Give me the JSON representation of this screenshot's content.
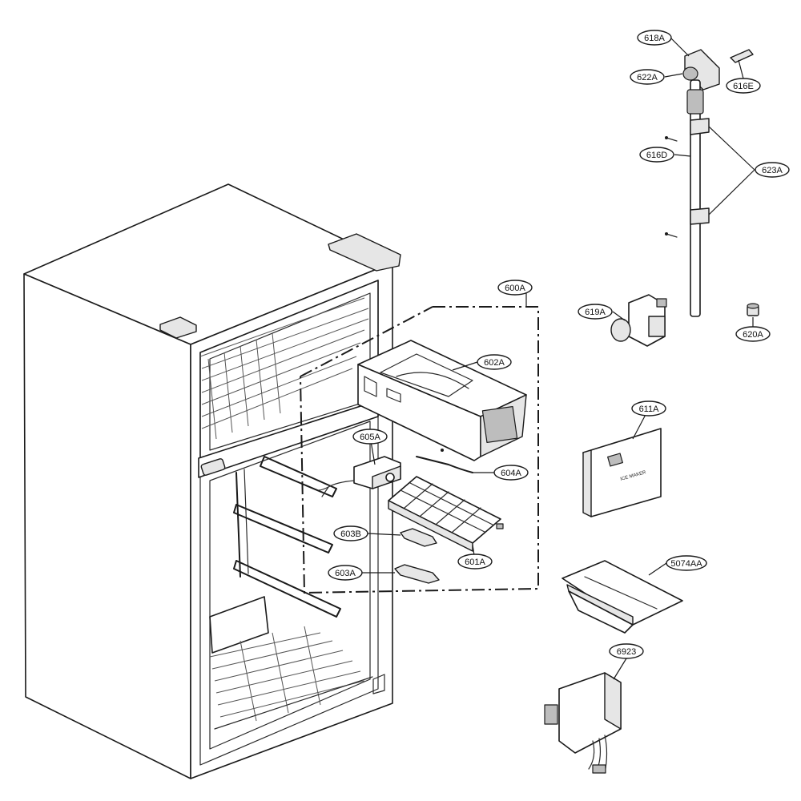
{
  "callouts": {
    "c618A": "618A",
    "c622A": "622A",
    "c616E": "616E",
    "c616D": "616D",
    "c623A": "623A",
    "c600A": "600A",
    "c602A": "602A",
    "c619A": "619A",
    "c620A": "620A",
    "c605A": "605A",
    "c611A": "611A",
    "c604A": "604A",
    "c603B": "603B",
    "c601A": "601A",
    "c603A": "603A",
    "c5074AA": "5074AA",
    "c6923": "6923"
  },
  "cover_label": "ICE MAKER"
}
